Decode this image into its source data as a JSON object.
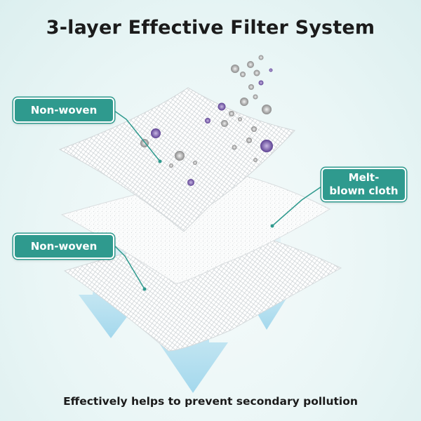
{
  "title": "3-layer Effective Filter System",
  "labels": {
    "top_layer": "Non-woven",
    "middle_layer": [
      "Melt-",
      "blown cloth"
    ],
    "bottom_layer": "Non-woven"
  },
  "caption": "Effectively helps to prevent secondary pollution",
  "colors": {
    "label_fill": "#2f9a8e",
    "label_border": "#ffffff",
    "leader_line": "#2f9a8e",
    "arrow_fill": "#bfe4f2",
    "particle_gray": "#8a8a8a",
    "particle_purple": "#7a5aa8",
    "background": "#eaf6f6"
  }
}
